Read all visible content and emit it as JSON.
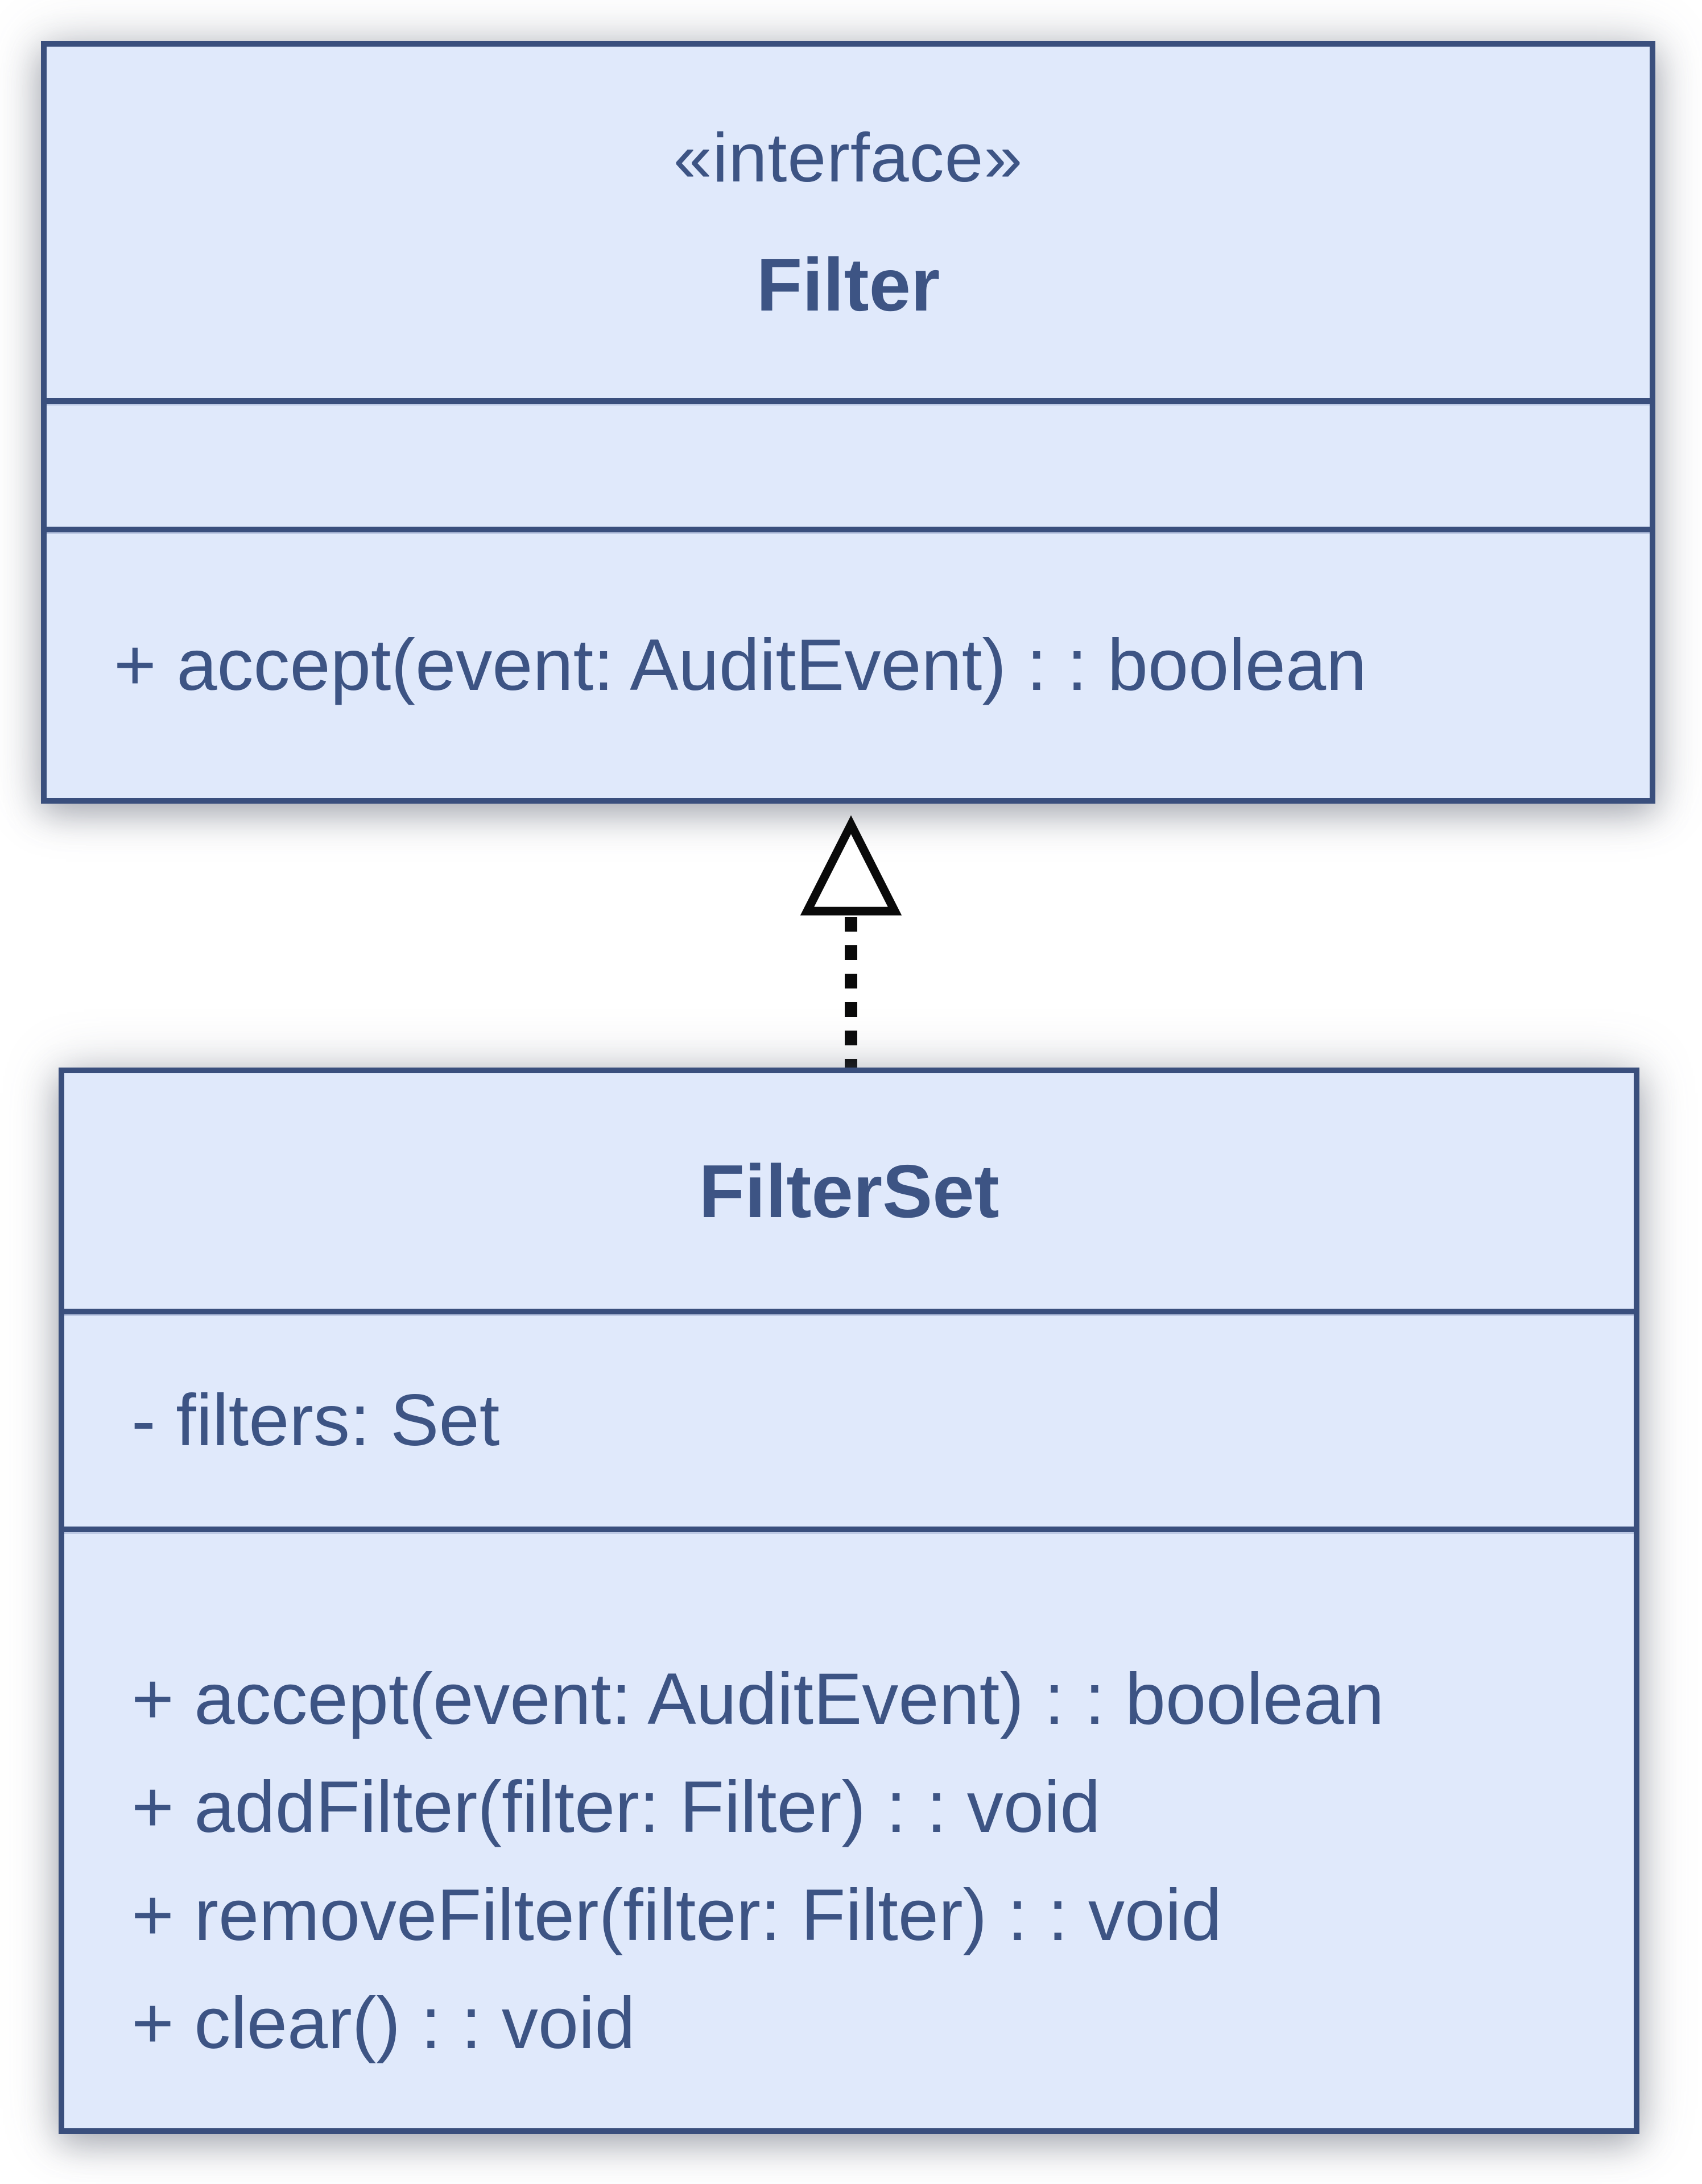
{
  "diagram": {
    "kind": "uml-class-diagram",
    "colors": {
      "background": "#ffffff",
      "box_fill": "#e0e9fb",
      "box_border": "#3a4f7d",
      "text": "#3d5484",
      "arrow": "#0a0a0a"
    },
    "interface_class": {
      "stereotype": "«interface»",
      "name": "Filter",
      "attributes": [],
      "methods": [
        "+ accept(event: AuditEvent) : : boolean"
      ]
    },
    "implementation_class": {
      "name": "FilterSet",
      "attributes": [
        "- filters: Set"
      ],
      "methods": [
        "+ accept(event: AuditEvent) : : boolean",
        "+ addFilter(filter: Filter) : : void",
        "+ removeFilter(filter: Filter) : : void",
        "+ clear() : : void"
      ]
    },
    "relationship": {
      "type": "realization",
      "from": "FilterSet",
      "to": "Filter",
      "line_style": "dashed",
      "arrowhead": "hollow-triangle"
    }
  }
}
